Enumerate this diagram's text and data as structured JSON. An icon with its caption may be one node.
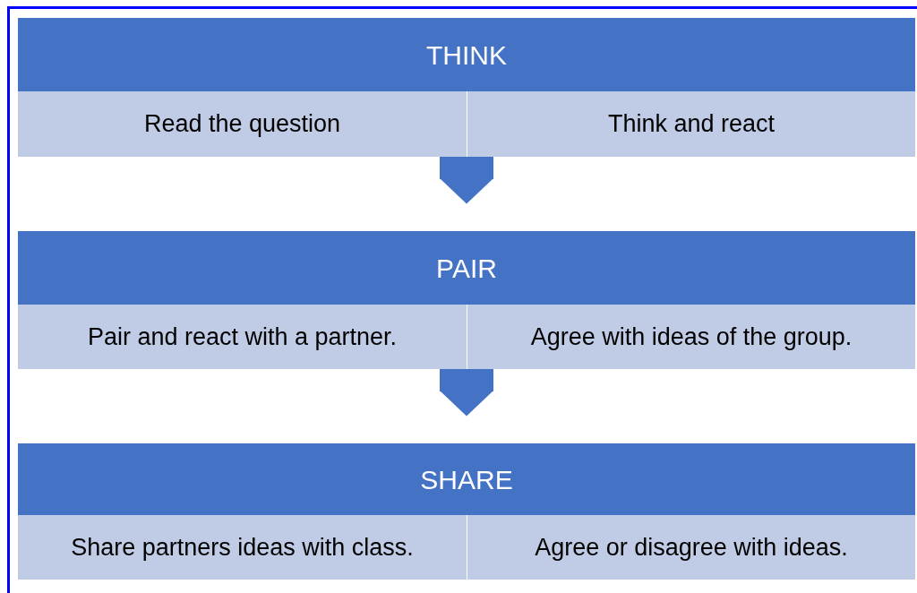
{
  "diagram": {
    "nodes": [
      {
        "text": [
          "THINK"
        ]
      },
      {
        "text": [
          "Read the question"
        ]
      },
      {
        "text": [
          "Think and react"
        ]
      },
      {
        "text": [
          "PAIR"
        ]
      },
      {
        "text": [
          "Pair and react with a partner."
        ]
      },
      {
        "text": [
          "Agree with ideas of the group."
        ]
      },
      {
        "text": [
          "SHARE"
        ]
      },
      {
        "text": [
          "Share partners ideas with class."
        ]
      },
      {
        "text": [
          "Agree or disagree with ideas."
        ]
      }
    ],
    "edges": [
      {
        "from": 1,
        "to": 3,
        "arrow": "to"
      },
      {
        "from": 4,
        "to": 6,
        "arrow": "to"
      }
    ]
  }
}
